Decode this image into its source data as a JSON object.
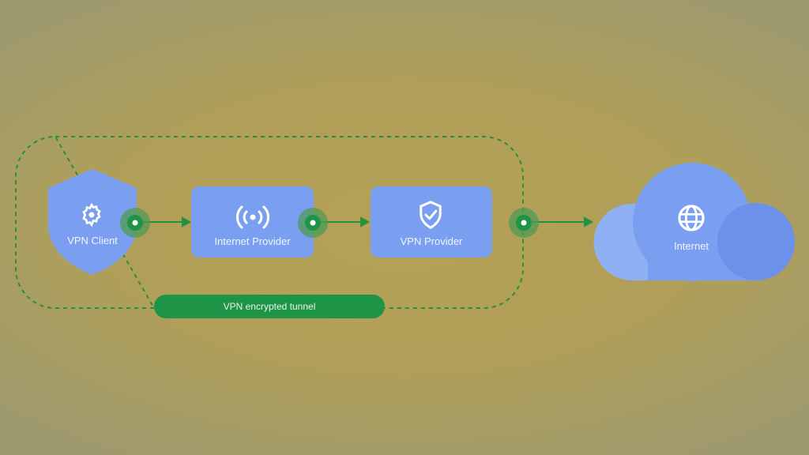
{
  "diagram": {
    "nodes": [
      {
        "id": "vpn-client",
        "label": "VPN Client",
        "icon": "gear-icon",
        "shape": "shield"
      },
      {
        "id": "internet-provider",
        "label": "Internet Provider",
        "icon": "broadcast-icon",
        "shape": "rounded-rect"
      },
      {
        "id": "vpn-provider",
        "label": "VPN Provider",
        "icon": "shield-check-icon",
        "shape": "rounded-rect"
      },
      {
        "id": "internet",
        "label": "Internet",
        "icon": "globe-icon",
        "shape": "cloud"
      }
    ],
    "edges": [
      {
        "from": "vpn-client",
        "to": "internet-provider"
      },
      {
        "from": "internet-provider",
        "to": "vpn-provider"
      },
      {
        "from": "vpn-provider",
        "to": "internet"
      }
    ],
    "tunnel": {
      "label": "VPN encrypted tunnel",
      "encloses": [
        "vpn-client",
        "internet-provider",
        "vpn-provider"
      ]
    },
    "colors": {
      "node": "#7b9ff0",
      "connector": "#1e9447",
      "tunnel_pill": "#1e9447",
      "background": "#b09f58"
    }
  }
}
